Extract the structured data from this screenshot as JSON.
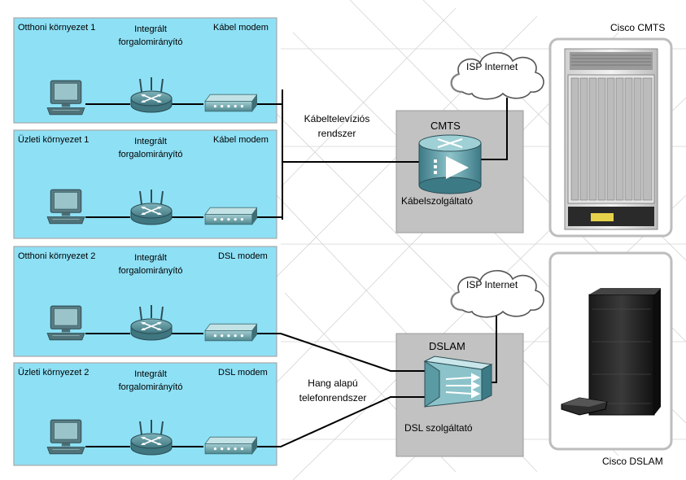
{
  "colors": {
    "panel": "#8ee0f5",
    "service_box": "#c2c2c2",
    "frame": "#aaaaaa"
  },
  "environments": [
    {
      "name": "Otthoni környezet 1",
      "router": "Integrált forgalomirányító",
      "modem": "Kábel modem"
    },
    {
      "name": "Üzleti környezet 1",
      "router": "Integrált forgalomirányító",
      "modem": "Kábel modem"
    },
    {
      "name": "Otthoni környezet 2",
      "router": "Integrált forgalomirányító",
      "modem": "DSL modem"
    },
    {
      "name": "Üzleti környezet 2",
      "router": "Integrált forgalomirányító",
      "modem": "DSL modem"
    }
  ],
  "router_line1": "Integrált",
  "router_line2": "forgalomirányító",
  "cable": {
    "network_label_1": "Kábeltelevíziós",
    "network_label_2": "rendszer",
    "device": "CMTS",
    "provider": "Kábelszolgáltató",
    "cloud": "ISP Internet",
    "photo_caption": "Cisco CMTS"
  },
  "dsl": {
    "network_label_1": "Hang alapú",
    "network_label_2": "telefonrendszer",
    "device": "DSLAM",
    "provider": "DSL szolgáltató",
    "cloud": "ISP Internet",
    "photo_caption": "Cisco DSLAM"
  },
  "icons": [
    "computer-icon",
    "router-icon",
    "modem-icon",
    "cloud-icon",
    "cmts-router-icon",
    "dslam-switch-icon",
    "cisco-cmts-photo",
    "cisco-dslam-photo"
  ]
}
